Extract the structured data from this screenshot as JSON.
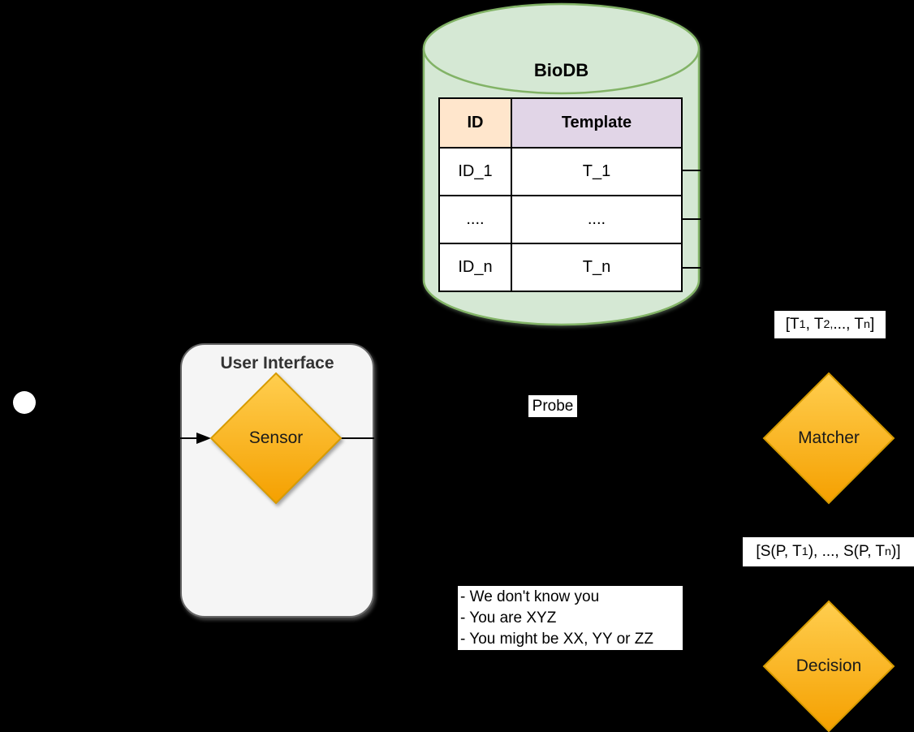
{
  "biodb": {
    "title": "BioDB",
    "table": {
      "headers": [
        "ID",
        "Template"
      ],
      "rows": [
        [
          "ID_1",
          "T_1"
        ],
        [
          "....",
          "...."
        ],
        [
          "ID_n",
          "T_n"
        ]
      ]
    }
  },
  "user_interface": {
    "title": "User Interface",
    "sensor_label": "Sensor"
  },
  "matcher": {
    "label": "Matcher"
  },
  "decision": {
    "label": "Decision"
  },
  "edges": {
    "probe_label": "Probe",
    "templates_label": {
      "p0": "[T",
      "sub1": "1",
      "p1": ", T",
      "sub2": "2,",
      "p2": " ..., T",
      "sub3": "n",
      "p3": "]"
    },
    "scores_label": {
      "p0": "[S(P, T",
      "sub1": "1",
      "p1": "), ..., S(P, T",
      "sub2": "n",
      "p2": ")]"
    }
  },
  "results": {
    "lines": [
      "- We don't know you",
      "- You are XYZ",
      "- You might be XX, YY or ZZ"
    ]
  },
  "colors": {
    "background": "#000000",
    "cylinder_fill": "#d5e8d4",
    "cylinder_stroke": "#82b366",
    "id_header_fill": "#ffe6cc",
    "template_header_fill": "#e1d5e7",
    "diamond_fill_top": "#ffce4f",
    "diamond_fill_bottom": "#f5a000",
    "diamond_stroke": "#d79b00",
    "ui_box_fill": "#f5f5f5",
    "ui_box_stroke": "#666666",
    "label_bg": "#ffffff",
    "line_color": "#000000"
  }
}
